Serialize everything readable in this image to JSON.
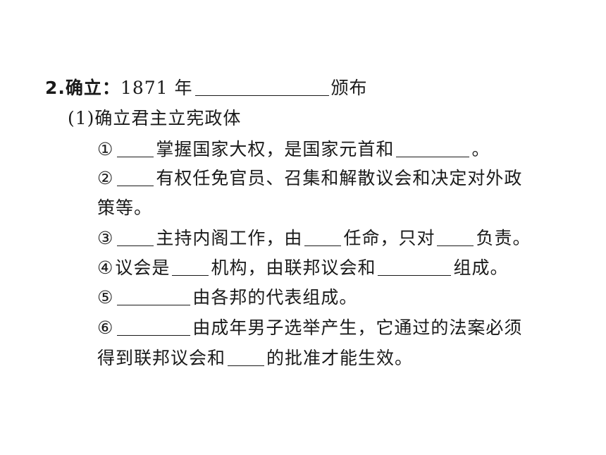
{
  "heading": {
    "number": "2.",
    "label": "确立",
    "colon": "：",
    "year": "1871 年",
    "end": "颁布"
  },
  "subheading": "(1)确立君主立宪政体",
  "items": {
    "i1": {
      "marker": "①",
      "a": "掌握国家大权，是国家元首和",
      "end": "。"
    },
    "i2": {
      "marker": "②",
      "a": "有权任免官员、召集和解散议会和决定对外政",
      "cont": "策等。"
    },
    "i3": {
      "marker": "③",
      "a": "主持内阁工作，由",
      "b": "任命，只对",
      "c": "负责。"
    },
    "i4": {
      "marker": "④",
      "a": "议会是",
      "b": "机构，由联邦议会和",
      "c": "组成。"
    },
    "i5": {
      "marker": "⑤",
      "a": "由各邦的代表组成。"
    },
    "i6": {
      "marker": "⑥",
      "a": "由成年男子选举产生，它通过的法案必须",
      "cont_a": "得到联邦议会和",
      "cont_b": "的批准才能生效。"
    }
  }
}
